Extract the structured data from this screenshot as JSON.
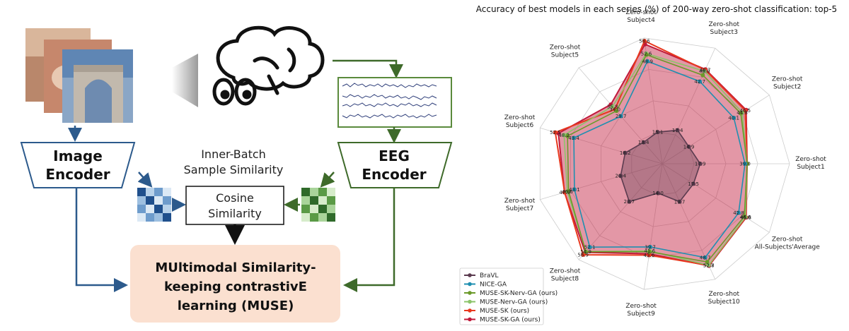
{
  "diagram": {
    "image_encoder": [
      "Image",
      "Encoder"
    ],
    "eeg_encoder": [
      "EEG",
      "Encoder"
    ],
    "inner_batch": [
      "Inner-Batch",
      "Sample Similarity"
    ],
    "cosine": [
      "Cosine",
      "Similarity"
    ],
    "muse": [
      "MUltimodal Similarity-",
      "keeping contrastivE",
      "learning (MUSE)"
    ],
    "colors": {
      "image_arrow": "#2c5a8c",
      "eeg_arrow": "#3e6a2a",
      "muse_box": "#fbe0d0"
    }
  },
  "chart_data": {
    "type": "radar",
    "title": "Accuracy of best models in each series (%) of 200-way zero-shot classification: top-5",
    "axes": [
      [
        "Zero-shot",
        "Subject1"
      ],
      [
        "Zero-shot",
        "All-Subjects'Average"
      ],
      [
        "Zero-shot",
        "Subject10"
      ],
      [
        "Zero-shot",
        "Subject9"
      ],
      [
        "Zero-shot",
        "Subject8"
      ],
      [
        "Zero-shot",
        "Subject7"
      ],
      [
        "Zero-shot",
        "Subject6"
      ],
      [
        "Zero-shot",
        "Subject5"
      ],
      [
        "Zero-shot",
        "Subject4"
      ],
      [
        "Zero-shot",
        "Subject3"
      ],
      [
        "Zero-shot",
        "Subject2"
      ]
    ],
    "rmax": 60,
    "grid": true,
    "legend_position": "bottom-left",
    "series": [
      {
        "name": "BraVL",
        "color": "#5b3b4f",
        "fill": true,
        "values": [
          17.9,
          17.5,
          19.7,
          14.0,
          23.7,
          20.4,
          18.2,
          13.4,
          15.1,
          17.4,
          14.9
        ]
      },
      {
        "name": "NICE-GA",
        "color": "#1f8fb0",
        "fill": false,
        "values": [
          39.0,
          42.8,
          48.7,
          39.7,
          52.1,
          43.1,
          43.4,
          29.7,
          48.9,
          42.7,
          40.1
        ]
      },
      {
        "name": "MUSE-SK-Nerv-GA (ours)",
        "color": "#6b9a2a",
        "fill": false,
        "values": [
          40.0,
          46.0,
          51.0,
          42.0,
          55.0,
          46.0,
          46.5,
          33.0,
          52.0,
          46.0,
          44.0
        ]
      },
      {
        "name": "MUSE-Nerv-GA (ours)",
        "color": "#8cc46a",
        "fill": false,
        "values": [
          40.0,
          46.6,
          52.7,
          41.6,
          54.9,
          46.6,
          48.2,
          35.8,
          52.6,
          48.0,
          44.8
        ]
      },
      {
        "name": "MUSE-SK (ours)",
        "color": "#e8381e",
        "fill": false,
        "values": [
          40.0,
          46.8,
          52.8,
          43.6,
          56.9,
          47.9,
          52.5,
          34.0,
          58.6,
          48.7,
          46.5
        ]
      },
      {
        "name": "MUSE-SK-GA (ours)",
        "color": "#c0193a",
        "fill": true,
        "values": [
          40.0,
          47.0,
          53.0,
          43.0,
          55.4,
          48.0,
          51.0,
          37.0,
          57.0,
          49.0,
          47.0
        ]
      }
    ],
    "value_labels": [
      {
        "axis": 0,
        "r": 17.9,
        "text": "17.9"
      },
      {
        "axis": 1,
        "r": 17.5,
        "text": "17.5"
      },
      {
        "axis": 2,
        "r": 19.7,
        "text": "19.7"
      },
      {
        "axis": 3,
        "r": 14.0,
        "text": "14.0"
      },
      {
        "axis": 4,
        "r": 23.7,
        "text": "23.7"
      },
      {
        "axis": 5,
        "r": 20.4,
        "text": "20.4"
      },
      {
        "axis": 6,
        "r": 18.2,
        "text": "18.2"
      },
      {
        "axis": 7,
        "r": 13.4,
        "text": "13.4"
      },
      {
        "axis": 8,
        "r": 15.1,
        "text": "15.1"
      },
      {
        "axis": 9,
        "r": 17.4,
        "text": "17.4"
      },
      {
        "axis": 10,
        "r": 14.9,
        "text": "14.9"
      },
      {
        "axis": 1,
        "r": 42.8,
        "text": "42.8"
      },
      {
        "axis": 2,
        "r": 48.7,
        "text": "48.7"
      },
      {
        "axis": 3,
        "r": 39.7,
        "text": "39.7"
      },
      {
        "axis": 4,
        "r": 52.1,
        "text": "52.1"
      },
      {
        "axis": 5,
        "r": 43.1,
        "text": "43.1"
      },
      {
        "axis": 6,
        "r": 43.4,
        "text": "43.4"
      },
      {
        "axis": 7,
        "r": 29.7,
        "text": "29.7"
      },
      {
        "axis": 8,
        "r": 48.9,
        "text": "48.9"
      },
      {
        "axis": 9,
        "r": 42.7,
        "text": "42.7"
      },
      {
        "axis": 10,
        "r": 40.1,
        "text": "40.1"
      },
      {
        "axis": 0,
        "r": 39.0,
        "text": "39.0"
      },
      {
        "axis": 1,
        "r": 46.6,
        "text": "46.6"
      },
      {
        "axis": 2,
        "r": 52.7,
        "text": "52.7"
      },
      {
        "axis": 3,
        "r": 41.6,
        "text": "41.6"
      },
      {
        "axis": 4,
        "r": 54.9,
        "text": "54.9"
      },
      {
        "axis": 5,
        "r": 46.6,
        "text": "46.6"
      },
      {
        "axis": 6,
        "r": 48.2,
        "text": "48.2"
      },
      {
        "axis": 7,
        "r": 35.8,
        "text": "35.8"
      },
      {
        "axis": 8,
        "r": 52.6,
        "text": "52.6"
      },
      {
        "axis": 9,
        "r": 48.0,
        "text": "48.0"
      },
      {
        "axis": 10,
        "r": 44.8,
        "text": "44.8"
      },
      {
        "axis": 1,
        "r": 46.8,
        "text": "46.8"
      },
      {
        "axis": 2,
        "r": 52.8,
        "text": "52.8"
      },
      {
        "axis": 3,
        "r": 43.6,
        "text": "43.6"
      },
      {
        "axis": 4,
        "r": 56.9,
        "text": "56.9"
      },
      {
        "axis": 5,
        "r": 47.9,
        "text": "47.9"
      },
      {
        "axis": 6,
        "r": 52.5,
        "text": "52.5"
      },
      {
        "axis": 7,
        "r": 34.0,
        "text": "34.0"
      },
      {
        "axis": 8,
        "r": 58.6,
        "text": "58.6"
      },
      {
        "axis": 9,
        "r": 48.7,
        "text": "48.7"
      },
      {
        "axis": 10,
        "r": 46.5,
        "text": "46.5"
      }
    ]
  }
}
